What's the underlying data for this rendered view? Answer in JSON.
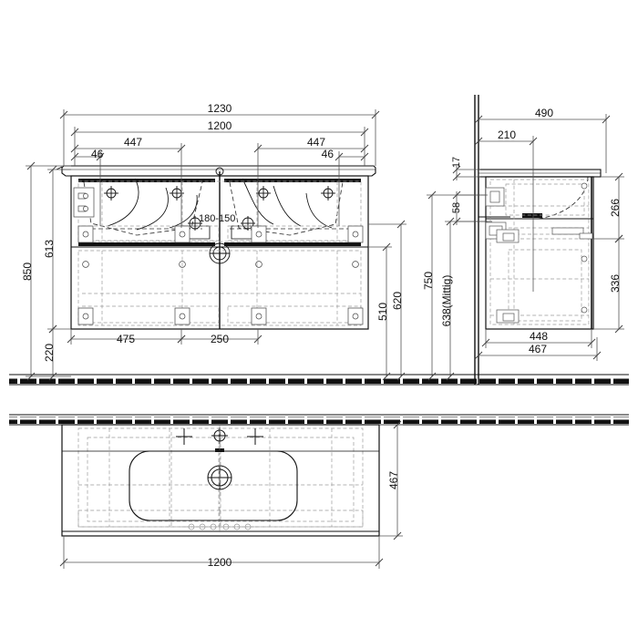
{
  "drawing": {
    "title": "Double washbasin vanity unit — technical dimension drawing",
    "units": "mm",
    "line_color": "#1a1a1a",
    "dim_color": "#555555",
    "hidden_color": "#9a9a9a",
    "views": [
      {
        "name": "front-elevation",
        "label": ""
      },
      {
        "name": "side-section",
        "label": ""
      },
      {
        "name": "top-plan",
        "label": ""
      }
    ]
  },
  "front_view": {
    "dims": {
      "overall_width": "1230",
      "basin_width": "1200",
      "drawer_left": "447",
      "drawer_right": "447",
      "edge_left": "46",
      "edge_right": "46",
      "total_height": "850",
      "cabinet_height": "613",
      "leg_height": "220",
      "drawer_bottom_left": "475",
      "drawer_bottom_mid": "250",
      "depth_510": "510",
      "depth_620": "620",
      "height_750": "750",
      "height_638": "638(Mittig)",
      "tap_note": "180-150"
    }
  },
  "side_view": {
    "dims": {
      "overall_depth": "490",
      "basin_offset": "210",
      "top_thickness": "17",
      "apron_58": "58",
      "basin_height": "266",
      "drawer_height": "336",
      "cabinet_depth": "448",
      "body_depth": "467"
    }
  },
  "plan_view": {
    "dims": {
      "width": "1200",
      "depth": "467"
    }
  }
}
